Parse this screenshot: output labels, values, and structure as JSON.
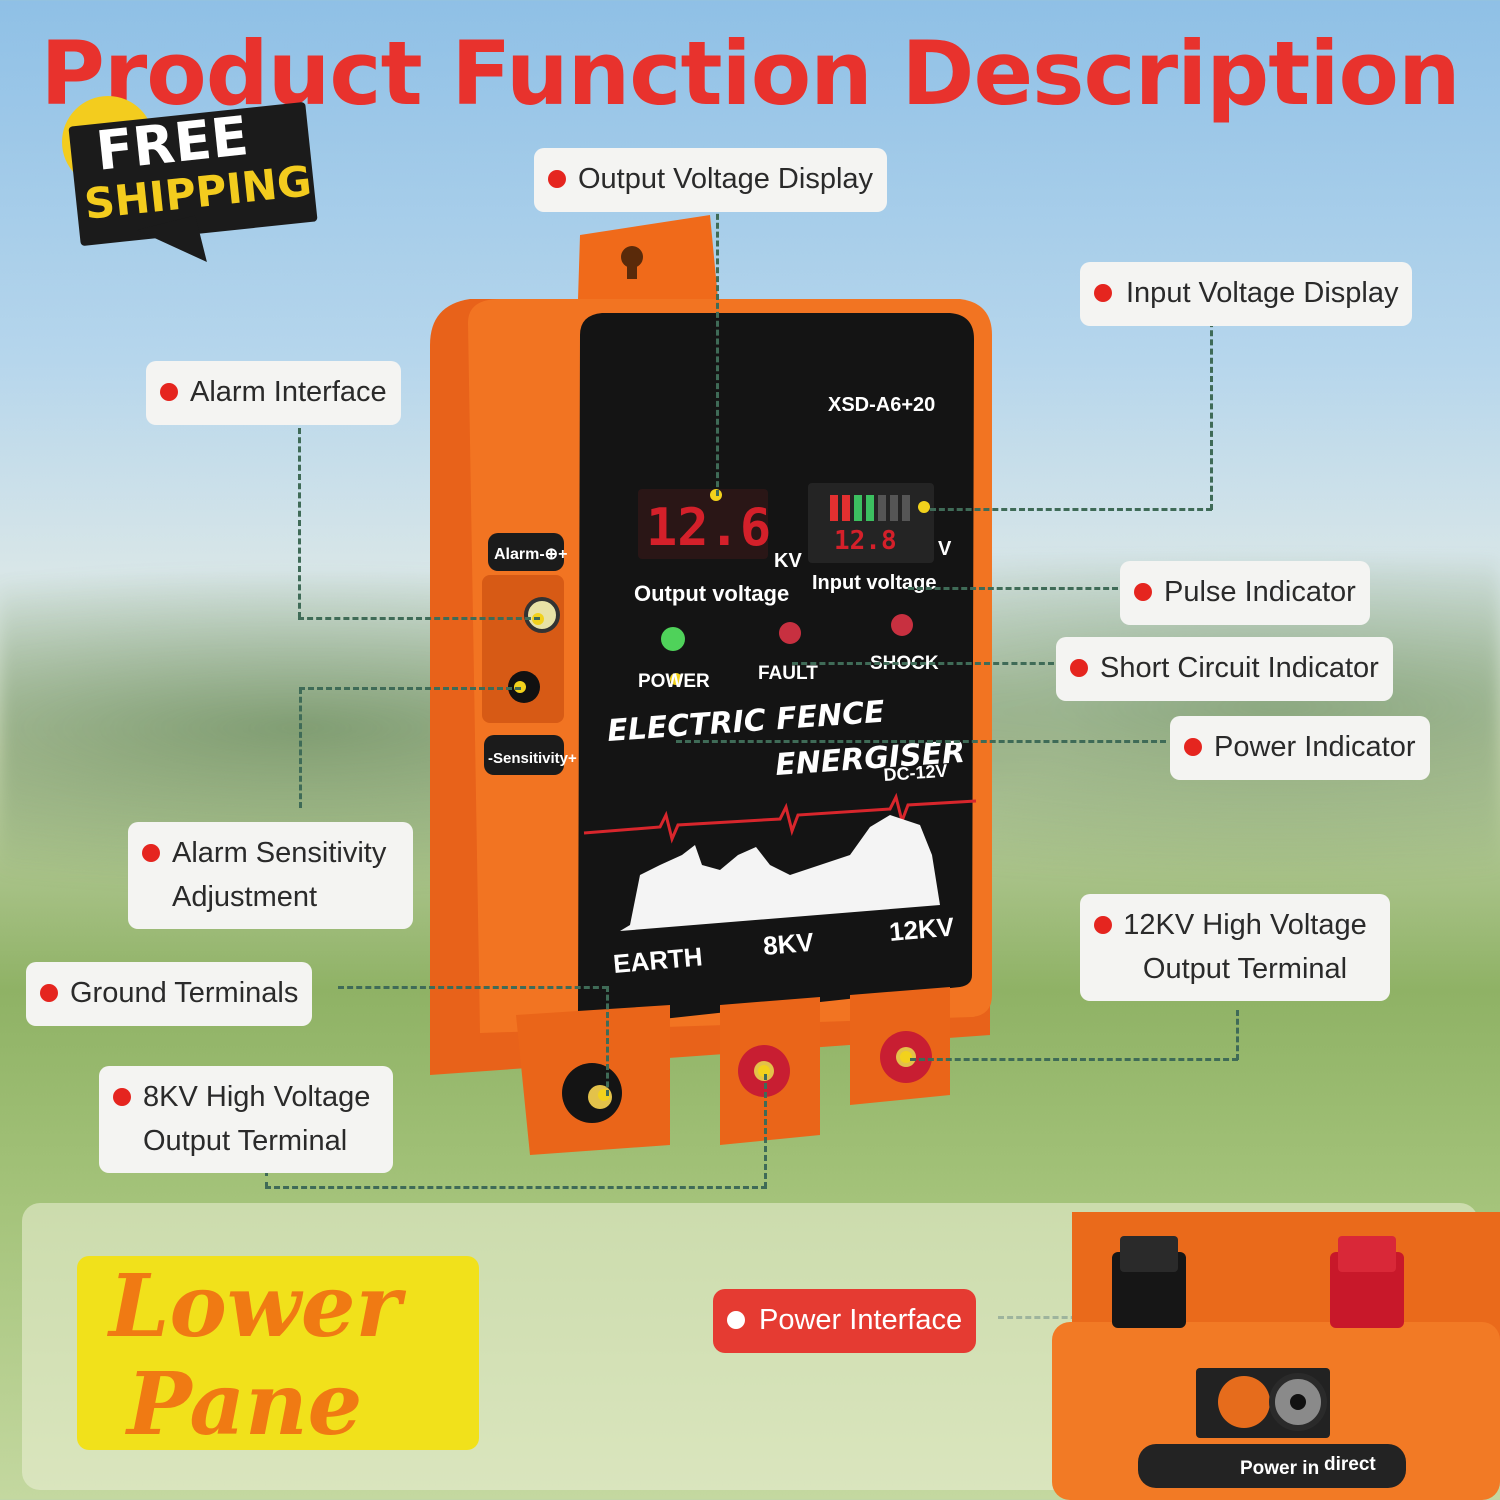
{
  "title": "Product Function Description",
  "badge": {
    "line1": "FREE",
    "line2": "SHIPPING"
  },
  "callouts": {
    "output_voltage_display": "Output Voltage Display",
    "input_voltage_display": "Input Voltage Display",
    "alarm_interface": "Alarm Interface",
    "pulse_indicator": "Pulse Indicator",
    "short_circuit_indicator": "Short Circuit Indicator",
    "power_indicator": "Power Indicator",
    "alarm_sensitivity_l1": "Alarm Sensitivity",
    "alarm_sensitivity_l2": "Adjustment",
    "ground_terminals": "Ground Terminals",
    "hv12_l1": "12KV High Voltage",
    "hv12_l2": "Output Terminal",
    "hv8_l1": "8KV High Voltage",
    "hv8_l2": "Output Terminal",
    "power_interface": "Power Interface"
  },
  "device": {
    "model": "XSD-A6+20",
    "output_reading": "12.6",
    "output_unit": "KV",
    "output_label": "Output voltage",
    "input_reading": "12.8",
    "input_unit": "V",
    "input_label": "Input voltage",
    "led_power": "POWER",
    "led_fault": "FAULT",
    "led_shock": "SHOCK",
    "name_l1": "ELECTRIC FENCE",
    "name_l2": "ENERGISER",
    "supply": "DC-12V",
    "alarm_label": "Alarm-⊕+",
    "sensitivity_label": "-Sensitivity+",
    "terminal_earth": "EARTH",
    "terminal_8kv": "8KV",
    "terminal_12kv": "12KV"
  },
  "lower_pane": {
    "line1": "Lower",
    "line2": "Pane"
  },
  "closeup": {
    "label_a": "Power in",
    "label_b": "direct"
  },
  "colors": {
    "title_red": "#e8322d",
    "device_orange": "#f26e1d",
    "leader_green": "#3f6b57",
    "badge_yellow": "#f3cc1e"
  }
}
